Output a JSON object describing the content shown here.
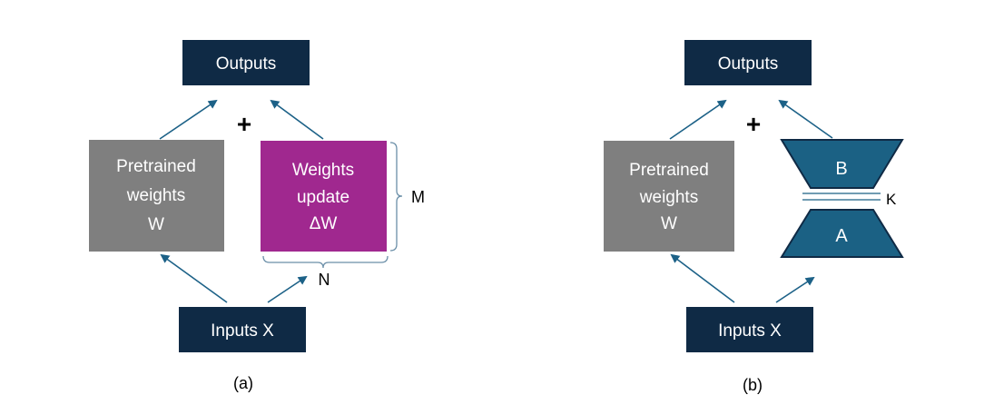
{
  "panel_a": {
    "outputs_label": "Outputs",
    "inputs_label": "Inputs X",
    "plus_sign": "+",
    "pretrained": {
      "line1": "Pretrained",
      "line2": "weights",
      "line3": "W"
    },
    "update": {
      "line1": "Weights",
      "line2": "update",
      "line3": "ΔW"
    },
    "dim_m": "M",
    "dim_n": "N",
    "caption": "(a)"
  },
  "panel_b": {
    "outputs_label": "Outputs",
    "inputs_label": "Inputs X",
    "plus_sign": "+",
    "pretrained": {
      "line1": "Pretrained",
      "line2": "weights",
      "line3": "W"
    },
    "matrix_b": "B",
    "matrix_a": "A",
    "rank_k": "K",
    "caption": "(b)"
  },
  "colors": {
    "navy": "#0f2a45",
    "gray": "#7f7f7f",
    "magenta": "#a0288f",
    "teal": "#1b6184",
    "arrow": "#1c6187",
    "bracket": "#6b8fa8"
  }
}
